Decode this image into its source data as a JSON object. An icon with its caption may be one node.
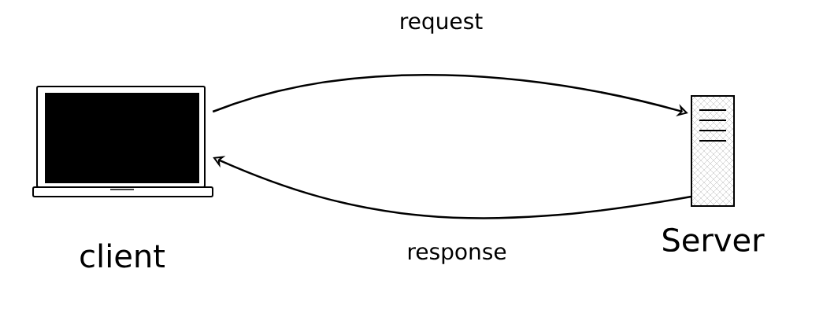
{
  "diagram": {
    "nodes": [
      {
        "text": [],
        "shape": "picture",
        "beside": [
          "client"
        ]
      },
      {
        "text": [],
        "shape": "picture",
        "beside": [
          "Server"
        ]
      }
    ],
    "edges": [
      {
        "from": 0,
        "to": 1,
        "arrow": "to",
        "label": "request"
      },
      {
        "from": 1,
        "to": 0,
        "arrow": "to",
        "label": "response"
      }
    ]
  }
}
